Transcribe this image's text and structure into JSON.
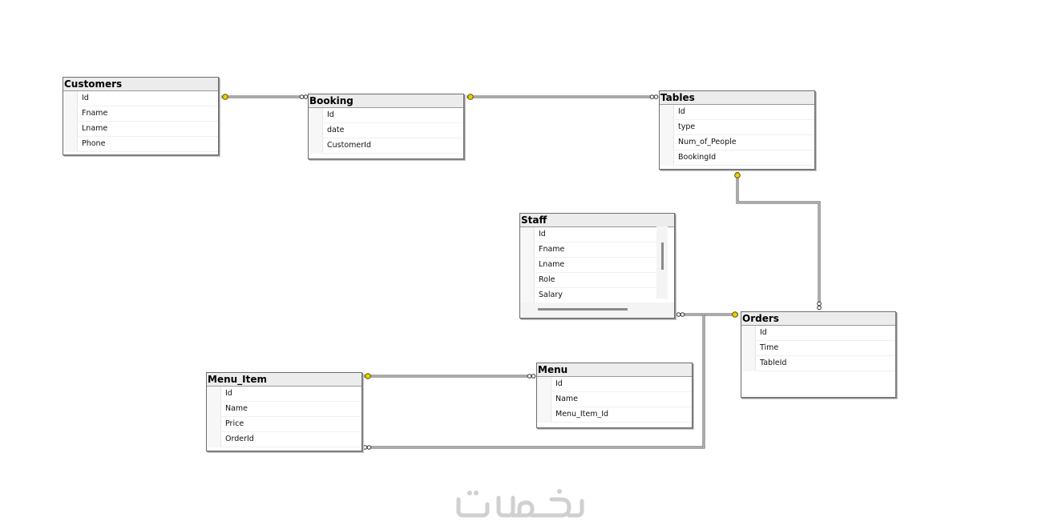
{
  "tables": {
    "customers": {
      "title": "Customers",
      "columns": [
        "Id",
        "Fname",
        "Lname",
        "Phone"
      ]
    },
    "booking": {
      "title": "Booking",
      "columns": [
        "Id",
        "date",
        "CustomerId"
      ]
    },
    "tables": {
      "title": "Tables",
      "columns": [
        "Id",
        "type",
        "Num_of_People",
        "BookingId"
      ]
    },
    "staff": {
      "title": "Staff",
      "columns": [
        "Id",
        "Fname",
        "Lname",
        "Role",
        "Salary"
      ]
    },
    "orders": {
      "title": "Orders",
      "columns": [
        "Id",
        "Time",
        "TableId"
      ]
    },
    "menu_item": {
      "title": "Menu_Item",
      "columns": [
        "Id",
        "Name",
        "Price",
        "OrderId"
      ]
    },
    "menu": {
      "title": "Menu",
      "columns": [
        "Id",
        "Name",
        "Menu_Item_Id"
      ]
    }
  },
  "relationships": [
    {
      "name": "customers-booking",
      "one": "Customers",
      "many": "Booking"
    },
    {
      "name": "booking-tables",
      "one": "Booking",
      "many": "Tables"
    },
    {
      "name": "tables-orders",
      "one": "Tables",
      "many": "Orders"
    },
    {
      "name": "orders-staff",
      "one": "Orders",
      "many": "Staff"
    },
    {
      "name": "orders-menu-item",
      "one": "Orders",
      "many": "Menu_Item"
    },
    {
      "name": "menu-item-menu",
      "one": "Menu_Item",
      "many": "Menu"
    }
  ],
  "colors": {
    "line": "#555555",
    "key": "#e8d000",
    "header": "#ececec",
    "border": "#6d6d6d"
  },
  "watermark": {
    "logo": "khamsat-logo",
    "color": "#d0d0d0"
  }
}
